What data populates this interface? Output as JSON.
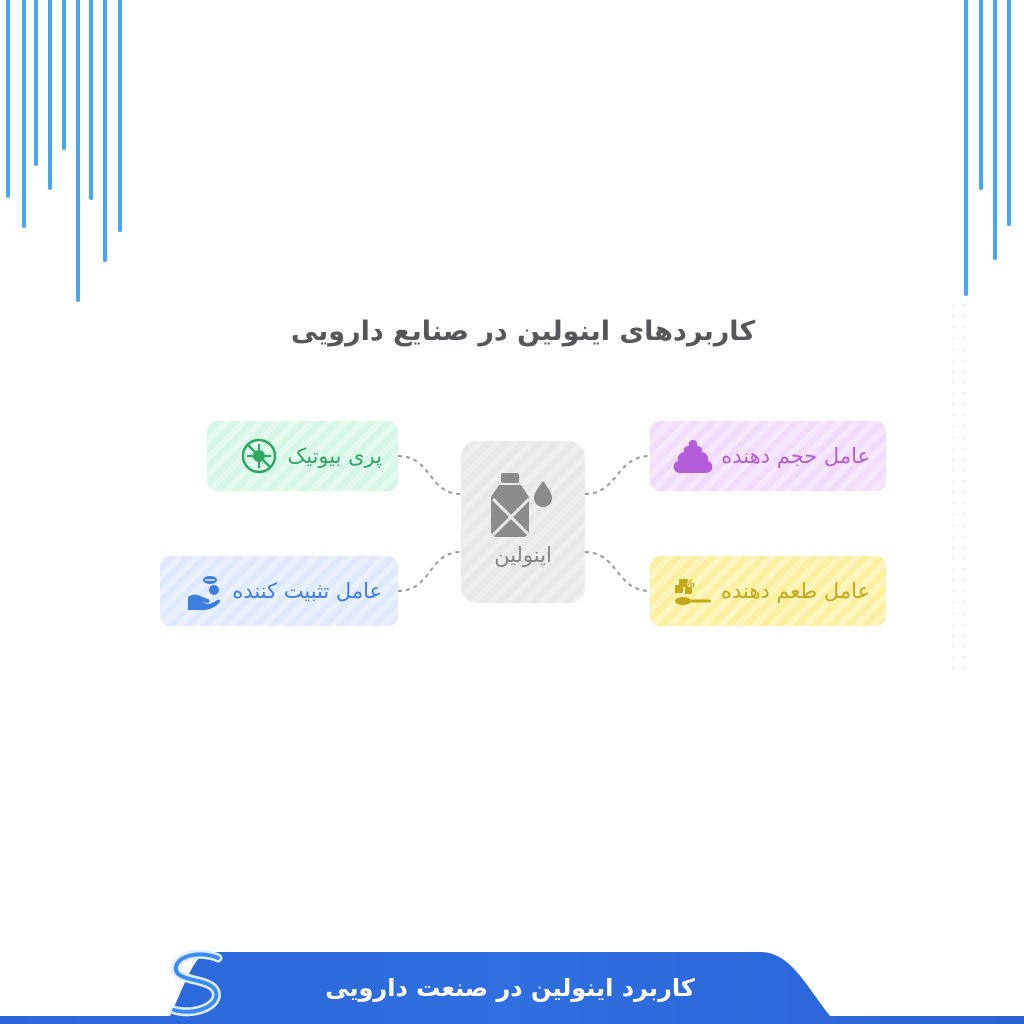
{
  "title": "کاربردهای اینولین در صنایع دارویی",
  "center": {
    "label": "اینولین",
    "icon": "bottle-icon"
  },
  "nodes": [
    {
      "id": "bulking",
      "label": "عامل حجم دهنده",
      "icon": "powder-pile-icon",
      "color": "#b35ed8",
      "background": "#f1dcfb"
    },
    {
      "id": "flavor",
      "label": "عامل طعم دهنده",
      "icon": "sugar-spoon-icon",
      "color": "#c4a817",
      "background": "#fbf09e"
    },
    {
      "id": "prebiotic",
      "label": "پری بیوتیک",
      "icon": "anti-bacteria-icon",
      "color": "#2ea860",
      "background": "#d6f7e6"
    },
    {
      "id": "stabilizer",
      "label": "عامل تثبیت کننده",
      "icon": "hand-pills-icon",
      "color": "#3d7fe0",
      "background": "#dfe9fc"
    }
  ],
  "footer": {
    "text": "کاربرد اینولین در صنعت دارویی",
    "logo": "s-logo-icon",
    "color": "#2f6fe0"
  },
  "colors": {
    "stripes": "#45a6f3",
    "title": "#55575b",
    "center_bg": "#e8e8e8",
    "center_icon": "#8b8b8b"
  }
}
